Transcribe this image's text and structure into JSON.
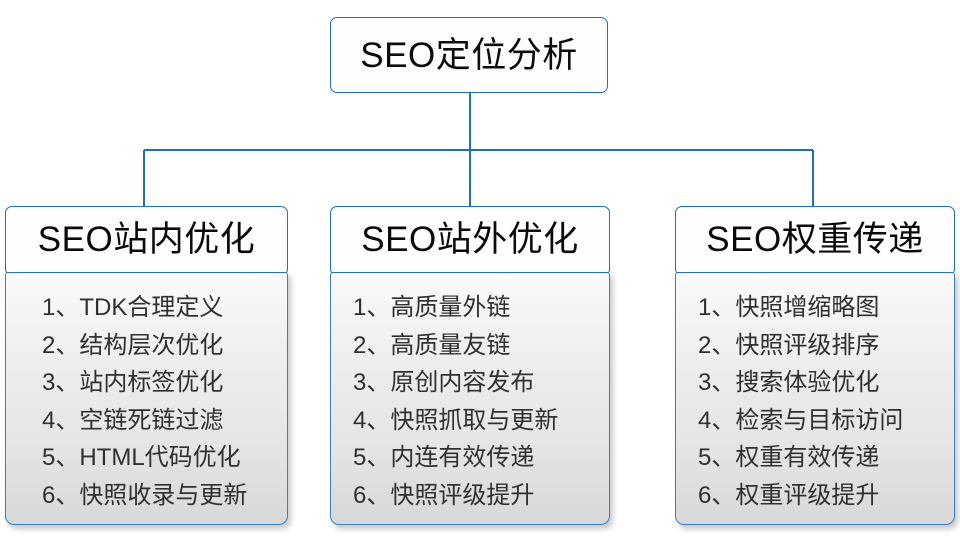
{
  "diagram": {
    "type": "org-chart",
    "root": {
      "label": "SEO定位分析"
    },
    "connector_color": "#1f6fc0",
    "border_color": "#1f6fc0",
    "branches": [
      {
        "title": "SEO站内优化",
        "items": [
          "1、TDK合理定义",
          "2、结构层次优化",
          "3、站内标签优化",
          "4、空链死链过滤",
          "5、HTML代码优化",
          "6、快照收录与更新"
        ]
      },
      {
        "title": "SEO站外优化",
        "items": [
          "1、高质量外链",
          "2、高质量友链",
          "3、原创内容发布",
          "4、快照抓取与更新",
          "5、内连有效传递",
          "6、快照评级提升"
        ]
      },
      {
        "title": "SEO权重传递",
        "items": [
          "1、快照增缩略图",
          "2、快照评级排序",
          "3、搜索体验优化",
          "4、检索与目标访问",
          "5、权重有效传递",
          "6、权重评级提升"
        ]
      }
    ]
  }
}
